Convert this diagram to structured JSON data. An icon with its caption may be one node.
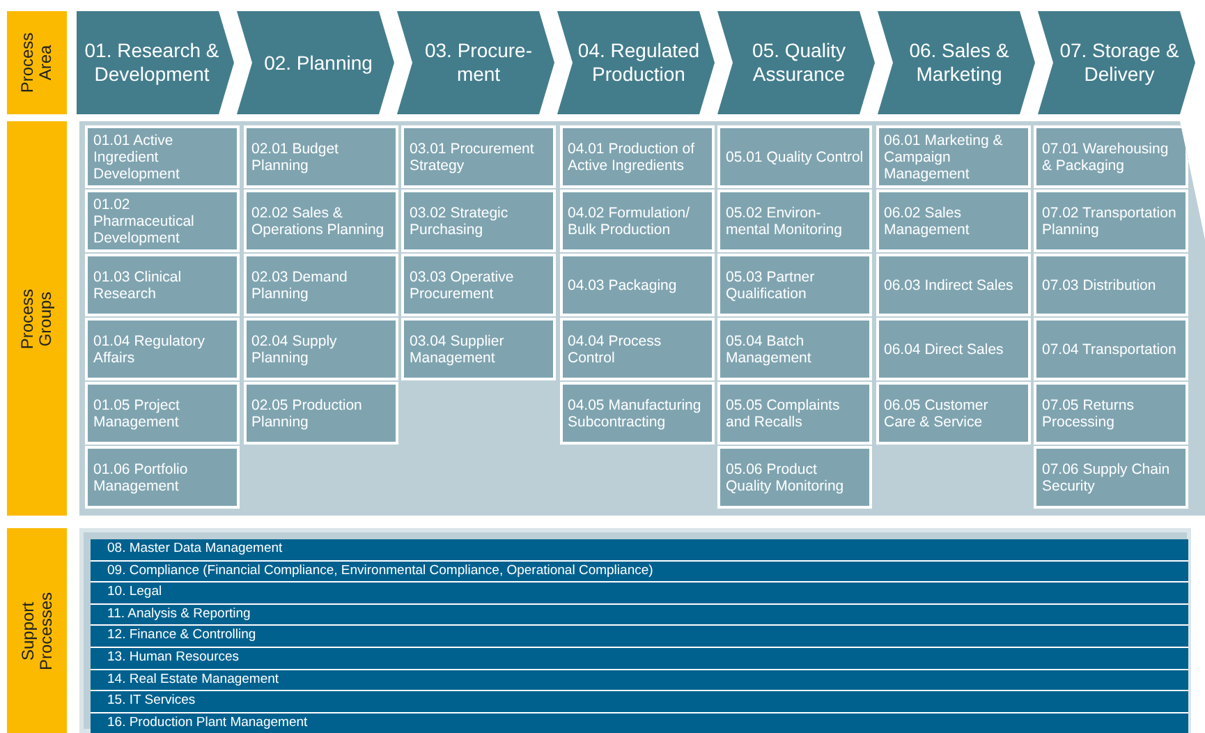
{
  "diagram": {
    "nodes": [
      {
        "text": [
          "Process Area"
        ]
      },
      {
        "text": [
          "01. Research & Development"
        ]
      },
      {
        "text": [
          "02. Planning"
        ]
      },
      {
        "text": [
          "03. Procure- ment"
        ]
      },
      {
        "text": [
          "04. Regulated Production"
        ]
      },
      {
        "text": [
          "05. Quality Assurance"
        ]
      },
      {
        "text": [
          "06. Sales & Marketing"
        ]
      },
      {
        "text": [
          "07. Storage & Delivery"
        ]
      },
      {
        "text": [
          "Process Groups"
        ]
      },
      {
        "text": [],
        "shape": "box"
      },
      {
        "text": [
          "01.01 Active Ingredient Development"
        ],
        "in": 9
      },
      {
        "text": [
          "01.02 Pharmaceutical Development"
        ],
        "in": 9
      },
      {
        "text": [
          "01.03 Clinical Research"
        ],
        "in": 9
      },
      {
        "text": [
          "01.04 Regulatory Affairs"
        ],
        "in": 9
      },
      {
        "text": [
          "01.05 Project Management"
        ],
        "in": 9
      },
      {
        "text": [
          "01.06 Portfolio Management"
        ],
        "in": 9
      },
      {
        "text": [
          "02.01 Budget Planning"
        ],
        "in": 9
      },
      {
        "text": [
          "02.02 Sales & Operations Planning"
        ],
        "in": 9
      },
      {
        "text": [
          "02.03 Demand Planning"
        ],
        "in": 9
      },
      {
        "text": [
          "02.04 Supply Planning"
        ],
        "in": 9
      },
      {
        "text": [
          "02.05 Production Planning"
        ],
        "in": 9
      },
      {
        "text": [
          "03.01 Procurement Strategy"
        ],
        "in": 9
      },
      {
        "text": [
          "03.02 Strategic Purchasing"
        ],
        "in": 9
      },
      {
        "text": [
          "03.03 Operative Procurement"
        ],
        "in": 9
      },
      {
        "text": [
          "03.04 Supplier Management"
        ],
        "in": 9
      },
      {
        "text": [
          "04.01 Production of Active Ingredients"
        ],
        "in": 9
      },
      {
        "text": [
          "04.02 Formulation/ Bulk Production"
        ],
        "in": 9
      },
      {
        "text": [
          "04.03 Packaging"
        ],
        "in": 9
      },
      {
        "text": [
          "04.04 Process Control"
        ],
        "in": 9
      },
      {
        "text": [
          "04.05 Manufacturing Subcontracting"
        ],
        "in": 9
      },
      {
        "text": [
          "05.01 Quality Control"
        ],
        "in": 9
      },
      {
        "text": [
          "05.02 Environ- mental Monitoring"
        ],
        "in": 9
      },
      {
        "text": [
          "05.03 Partner Qualification"
        ],
        "in": 9
      },
      {
        "text": [
          "05.04 Batch Management"
        ],
        "in": 9
      },
      {
        "text": [
          "05.05 Complaints and Recalls"
        ],
        "in": 9
      },
      {
        "text": [
          "05.06 Product Quality Monitoring"
        ],
        "in": 9
      },
      {
        "text": [
          "06.01 Marketing & Campaign Management"
        ],
        "in": 9
      },
      {
        "text": [
          "06.02 Sales Management"
        ],
        "in": 9
      },
      {
        "text": [
          "06.03 Indirect Sales"
        ],
        "in": 9
      },
      {
        "text": [
          "06.04 Direct Sales"
        ],
        "in": 9
      },
      {
        "text": [
          "06.05 Customer Care & Service"
        ],
        "in": 9
      },
      {
        "text": [
          "07.01 Warehousing & Packaging"
        ],
        "in": 9
      },
      {
        "text": [
          "07.02 Transportation Planning"
        ],
        "in": 9
      },
      {
        "text": [
          "07.03 Distribution"
        ],
        "in": 9
      },
      {
        "text": [
          "07.04 Transportation"
        ],
        "in": 9
      },
      {
        "text": [
          "07.05 Returns Processing"
        ],
        "in": 9
      },
      {
        "text": [
          "07.06 Supply Chain Security"
        ],
        "in": 9
      },
      {
        "text": [
          "Support Processes"
        ]
      },
      {
        "text": [],
        "shape": "box"
      },
      {
        "text": [
          "08. Master Data Management"
        ],
        "in": 48
      },
      {
        "text": [
          "09. Compliance (Financial Compliance, Environmental Compliance, Operational Compliance)"
        ],
        "in": 48
      },
      {
        "text": [
          "10. Legal"
        ],
        "in": 48
      },
      {
        "text": [
          "11. Analysis & Reporting"
        ],
        "in": 48
      },
      {
        "text": [
          "12. Finance & Controlling"
        ],
        "in": 48
      },
      {
        "text": [
          "13. Human Resources"
        ],
        "in": 48
      },
      {
        "text": [
          "14. Real Estate Management"
        ],
        "in": 48
      },
      {
        "text": [
          "15. IT Services"
        ],
        "in": 48
      },
      {
        "text": [
          "16. Production Plant Management"
        ],
        "in": 48
      }
    ]
  }
}
